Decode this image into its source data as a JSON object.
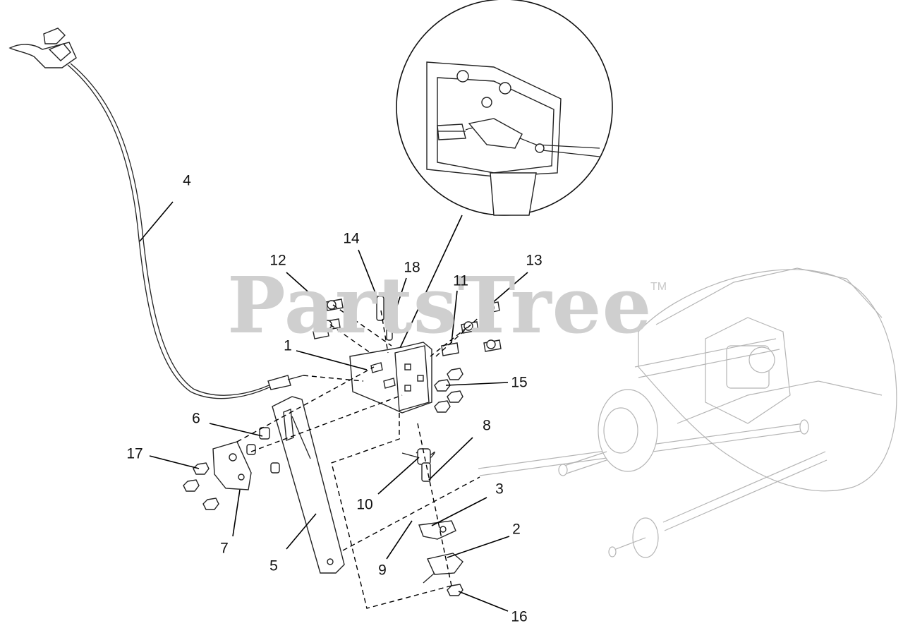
{
  "watermark": {
    "text": "PartsTree",
    "trademark": "TM"
  },
  "callouts": [
    "1",
    "2",
    "3",
    "4",
    "5",
    "6",
    "7",
    "8",
    "9",
    "10",
    "11",
    "12",
    "13",
    "14",
    "15",
    "16",
    "17",
    "18"
  ],
  "colors": {
    "line": "#222222",
    "ghost": "#b5b5b5",
    "watermark": "#cfcfcf"
  }
}
